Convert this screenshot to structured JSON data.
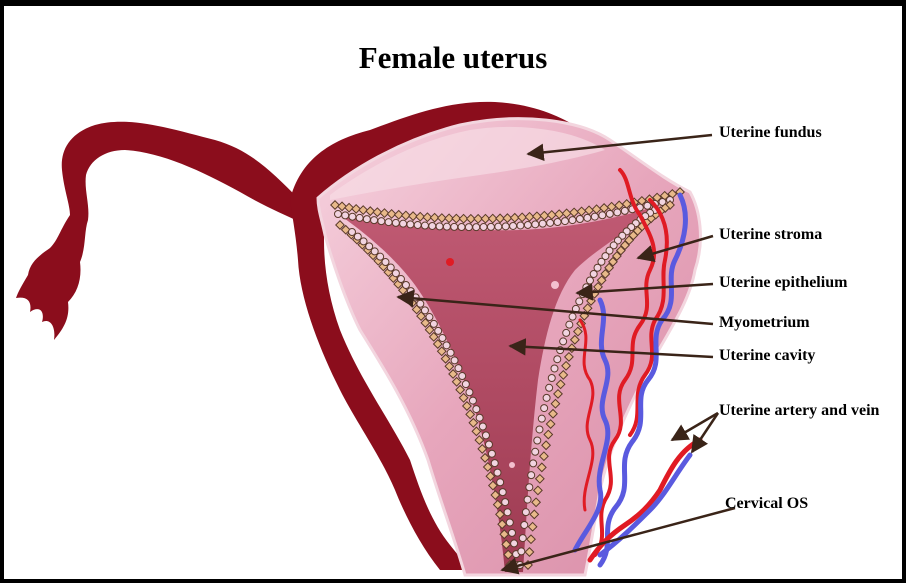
{
  "title": "Female uterus",
  "labels": [
    {
      "id": "fundus",
      "text": "Uterine fundus"
    },
    {
      "id": "stroma",
      "text": "Uterine stroma"
    },
    {
      "id": "epithelium",
      "text": "Uterine epithelium"
    },
    {
      "id": "myometrium",
      "text": "Myometrium"
    },
    {
      "id": "cavity",
      "text": "Uterine cavity"
    },
    {
      "id": "vessels",
      "text": "Uterine artery and vein"
    },
    {
      "id": "cervical",
      "text": "Cervical OS"
    }
  ],
  "colors": {
    "tube": "#8b0d1c",
    "wall": "#e9a9be",
    "cavity": "#b44a62",
    "epithelium_beads": "#e8b98a",
    "artery": "#e01b24",
    "vein": "#5a5adf",
    "arrow": "#3a2418"
  }
}
